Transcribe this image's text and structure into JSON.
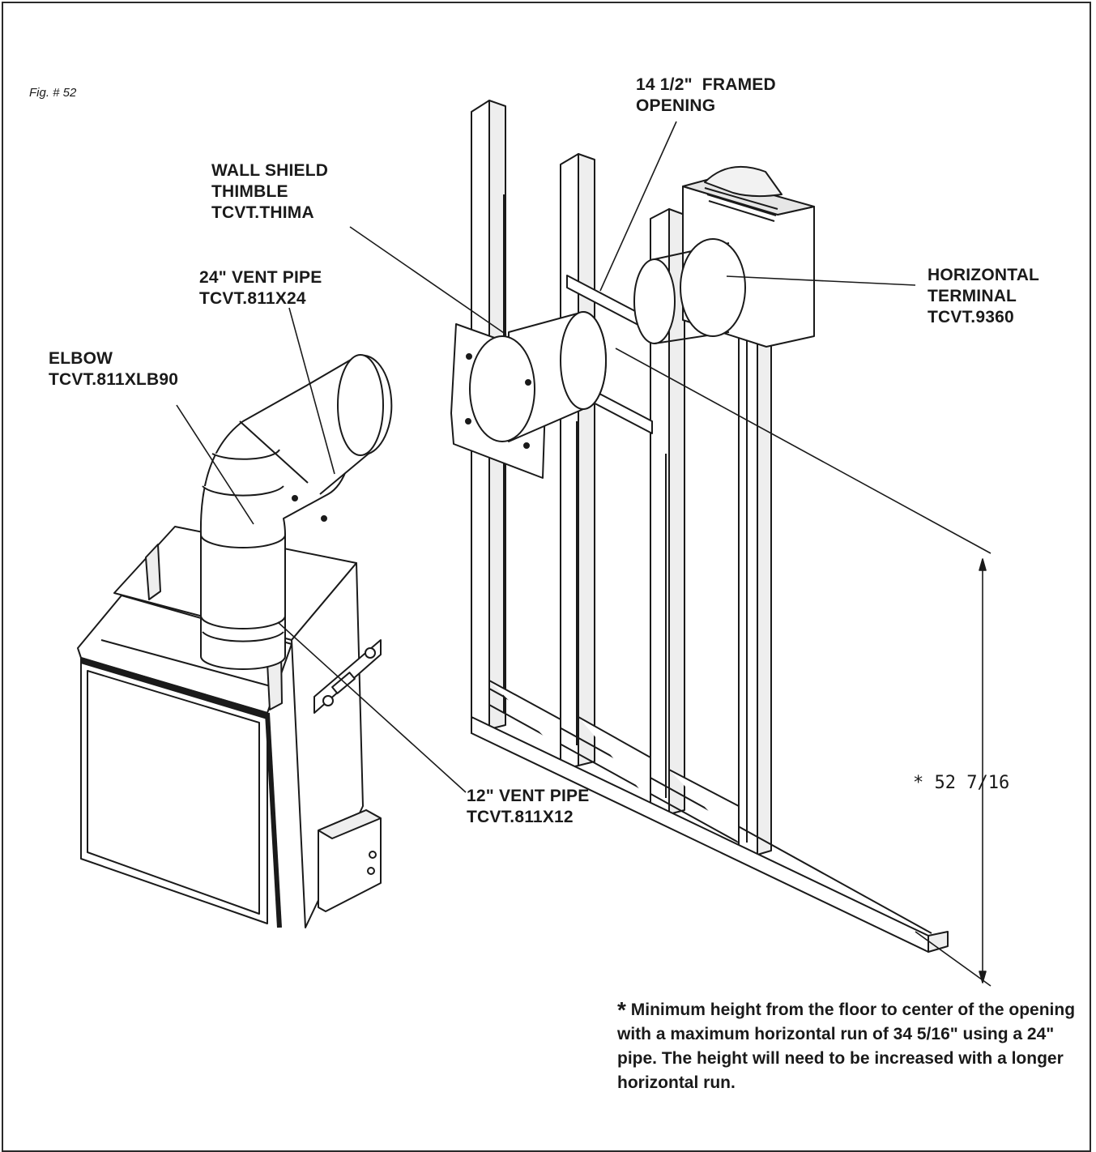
{
  "figure": {
    "label": "Fig. # 52"
  },
  "labels": {
    "framed_opening": [
      "14 1/2\"  FRAMED",
      "OPENING"
    ],
    "wall_shield": [
      "WALL SHIELD",
      "THIMBLE",
      "TCVT.THIMA"
    ],
    "vent_pipe_24": [
      "24\" VENT PIPE",
      "TCVT.811X24"
    ],
    "elbow": [
      "ELBOW",
      "TCVT.811XLB90"
    ],
    "horizontal_terminal": [
      "HORIZONTAL",
      "TERMINAL",
      "TCVT.9360"
    ],
    "vent_pipe_12": [
      "12\" VENT PIPE",
      "TCVT.811X12"
    ]
  },
  "dimension": {
    "text": "* 52 7/16"
  },
  "note": {
    "star": "*",
    "text": " Minimum height from the floor to center of the opening with a maximum horizontal run of 34 5/16\" using a 24\" pipe. The height will need to be increased with a longer horizontal run."
  },
  "colors": {
    "line": "#1a1a1a",
    "shade": "#e6e6e6",
    "fill": "#ffffff"
  }
}
